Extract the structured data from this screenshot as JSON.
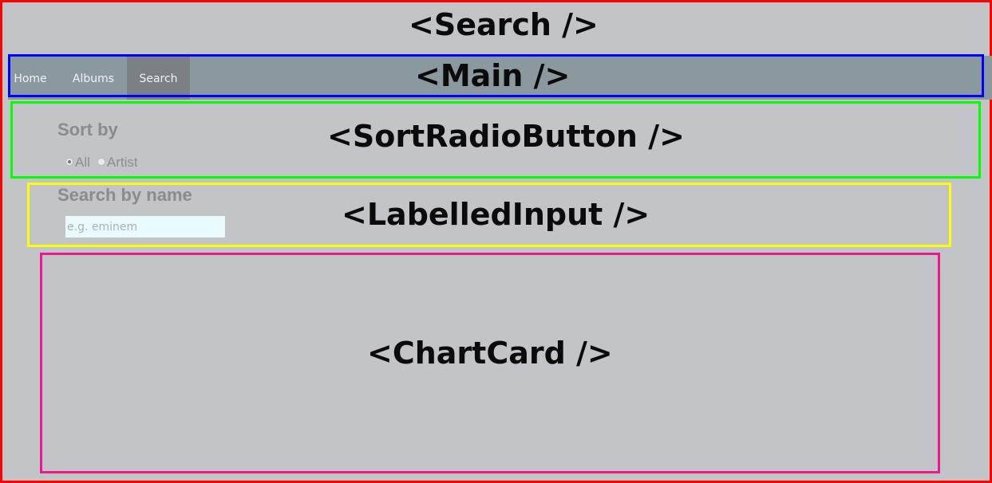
{
  "components": {
    "search": "<Search />",
    "main": "<Main />",
    "sort_radio_button": "<SortRadioButton />",
    "labelled_input": "<LabelledInput />",
    "chart_card": "<ChartCard />"
  },
  "nav": {
    "items": [
      {
        "label": "Home"
      },
      {
        "label": "Albums"
      },
      {
        "label": "Search"
      }
    ],
    "active": "Search"
  },
  "sort": {
    "title": "Sort by",
    "options": [
      {
        "label": "All",
        "checked": true
      },
      {
        "label": "Artist",
        "checked": false
      }
    ]
  },
  "search_input": {
    "title": "Search by name",
    "placeholder": "e.g. eminem",
    "value": ""
  },
  "colors": {
    "search_border": "#ff0000",
    "main_border": "#0000ff",
    "sort_border": "#00ff00",
    "input_border": "#ffff00",
    "chart_border": "#ea1a8c",
    "navbar": "#8a999f",
    "nav_active": "#7b8085",
    "background": "#c3c4c8"
  }
}
